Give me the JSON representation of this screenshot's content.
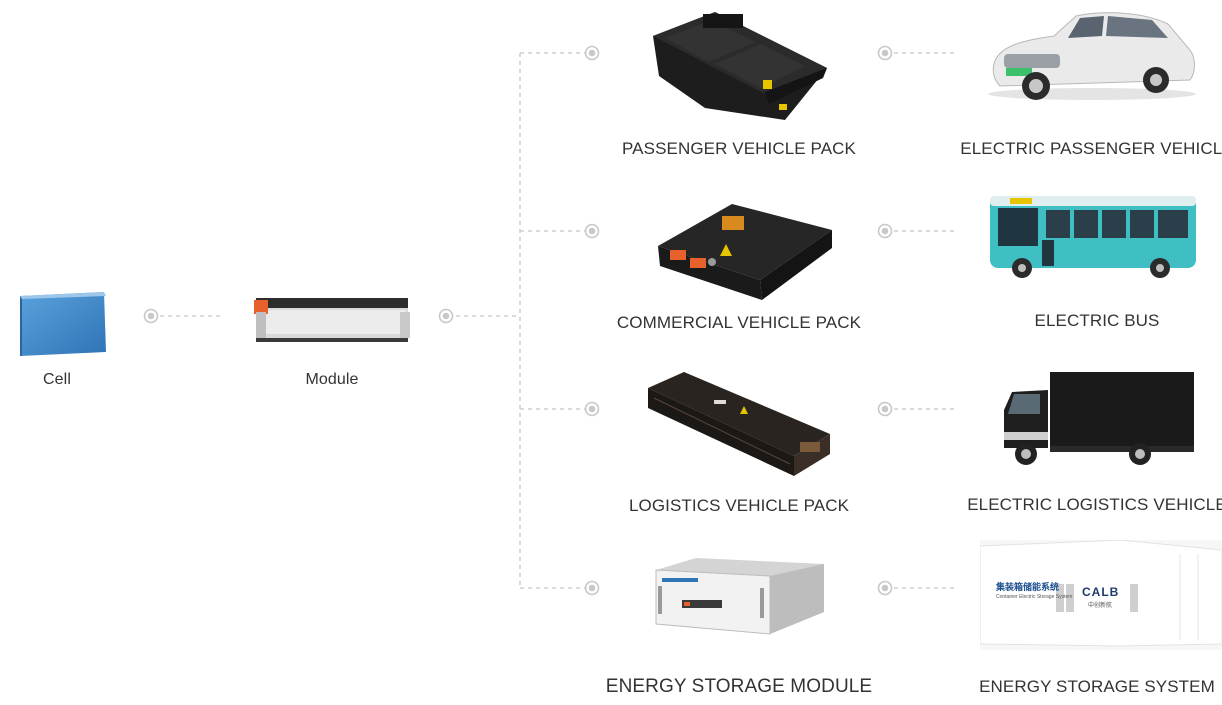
{
  "source": {
    "cell": "Cell",
    "module": "Module"
  },
  "rows": [
    {
      "pack": "PASSENGER VEHICLE PACK",
      "application": "ELECTRIC PASSENGER VEHICLE"
    },
    {
      "pack": "COMMERCIAL VEHICLE PACK",
      "application": "ELECTRIC BUS"
    },
    {
      "pack": "LOGISTICS VEHICLE PACK",
      "application": "ELECTRIC LOGISTICS VEHICLE"
    },
    {
      "pack": "ENERGY STORAGE MODULE",
      "application": "ENERGY STORAGE SYSTEM"
    }
  ],
  "storage_container": {
    "cn_title": "集装箱储能系统",
    "en_title": "Container Electric Storage System",
    "brand": "CALB",
    "brand_cn": "中创新航"
  },
  "colors": {
    "connector": "#cfcfcf",
    "node_ring": "#c8c8c8",
    "label_text": "#333333",
    "cell_blue": "#3f86c8",
    "bus_teal": "#3fbfc4",
    "module_orange": "#e8612a"
  }
}
